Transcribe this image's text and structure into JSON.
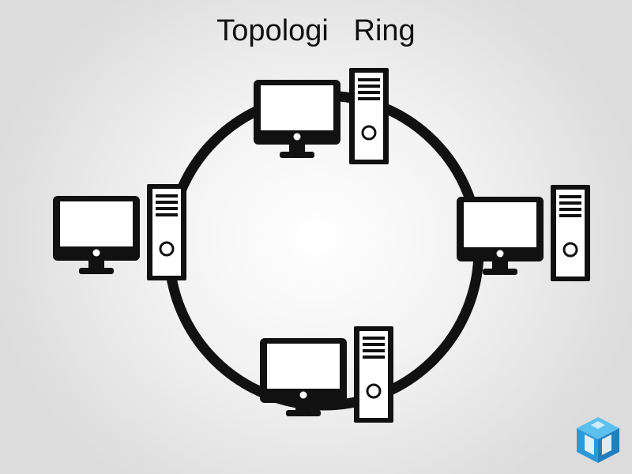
{
  "title": "Topologi   Ring",
  "ring": {
    "topology": "ring",
    "nodes": [
      {
        "id": "node-top",
        "name": "computer",
        "position": "top"
      },
      {
        "id": "node-right",
        "name": "computer",
        "position": "right"
      },
      {
        "id": "node-bottom",
        "name": "computer",
        "position": "bottom"
      },
      {
        "id": "node-left",
        "name": "computer",
        "position": "left"
      }
    ],
    "connections": [
      [
        "node-top",
        "node-right"
      ],
      [
        "node-right",
        "node-bottom"
      ],
      [
        "node-bottom",
        "node-left"
      ],
      [
        "node-left",
        "node-top"
      ]
    ],
    "colors": {
      "cable": "#111111",
      "device": "#111111",
      "screen": "#ffffff",
      "logo_light": "#3fa9e0",
      "logo_dark": "#1f7fc0"
    }
  },
  "icons": {
    "monitor": "monitor-icon",
    "tower": "tower-icon",
    "logo": "cube-logo-icon"
  }
}
